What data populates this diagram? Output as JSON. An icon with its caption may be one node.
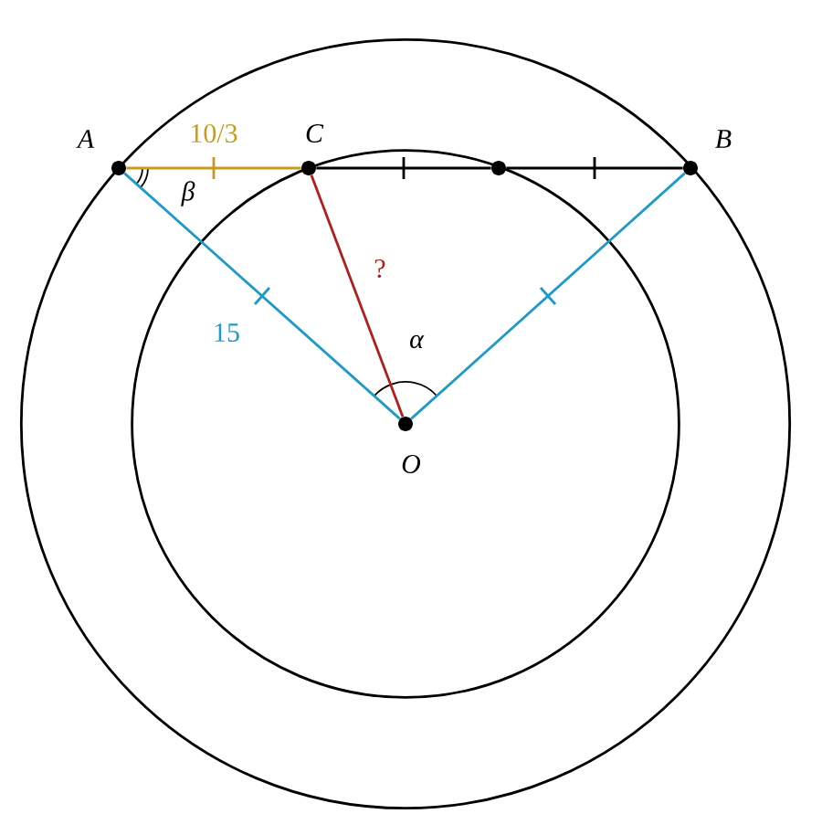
{
  "diagram": {
    "nodes": [
      {
        "text": [
          "A"
        ]
      },
      {
        "text": [
          "C"
        ]
      },
      {
        "text": [],
        "shape": "circle"
      },
      {
        "text": [
          "B"
        ]
      },
      {
        "text": [
          "O"
        ]
      }
    ],
    "edges": [
      {
        "from": 0,
        "to": 1,
        "arrow": "none",
        "label": "10/3",
        "color": "#c89a1e"
      },
      {
        "from": 1,
        "to": 2,
        "arrow": "none",
        "color": "#000000"
      },
      {
        "from": 2,
        "to": 3,
        "arrow": "none",
        "color": "#000000"
      },
      {
        "from": 0,
        "to": 4,
        "arrow": "none",
        "label": "15",
        "color": "#1e9ac8"
      },
      {
        "from": 4,
        "to": 3,
        "arrow": "none",
        "color": "#1e9ac8"
      },
      {
        "from": 1,
        "to": 4,
        "arrow": "none",
        "label": "?",
        "color": "#b01e1e"
      }
    ],
    "labels": [
      "β",
      "α"
    ]
  }
}
